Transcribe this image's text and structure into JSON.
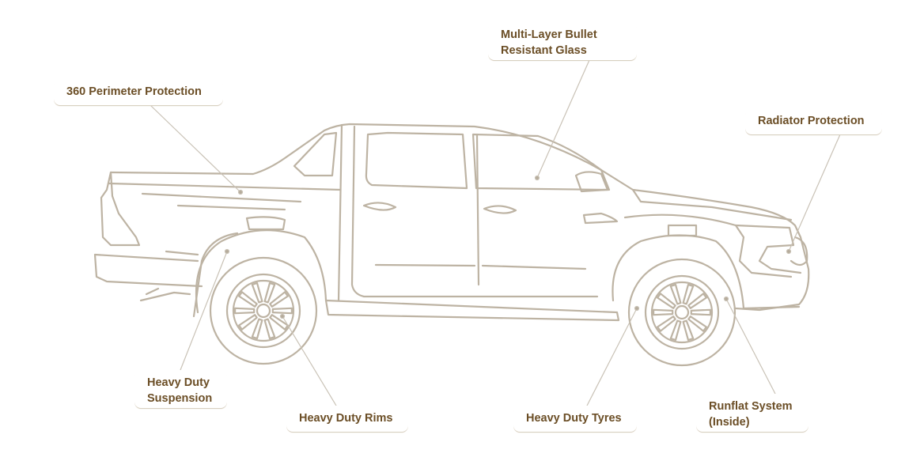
{
  "labels": {
    "perimeter": "360 Perimeter Protection",
    "glass_line1": "Multi-Layer Bullet",
    "glass_line2": "Resistant Glass",
    "radiator": "Radiator Protection",
    "suspension_line1": "Heavy Duty",
    "suspension_line2": "Suspension",
    "rims": "Heavy Duty Rims",
    "tyres": "Heavy Duty Tyres",
    "runflat_line1": "Runflat System",
    "runflat_line2": "(Inside)"
  },
  "colors": {
    "text": "#6b4e26",
    "sketch": "#bdb3a3",
    "leader": "#c9c2b6"
  }
}
